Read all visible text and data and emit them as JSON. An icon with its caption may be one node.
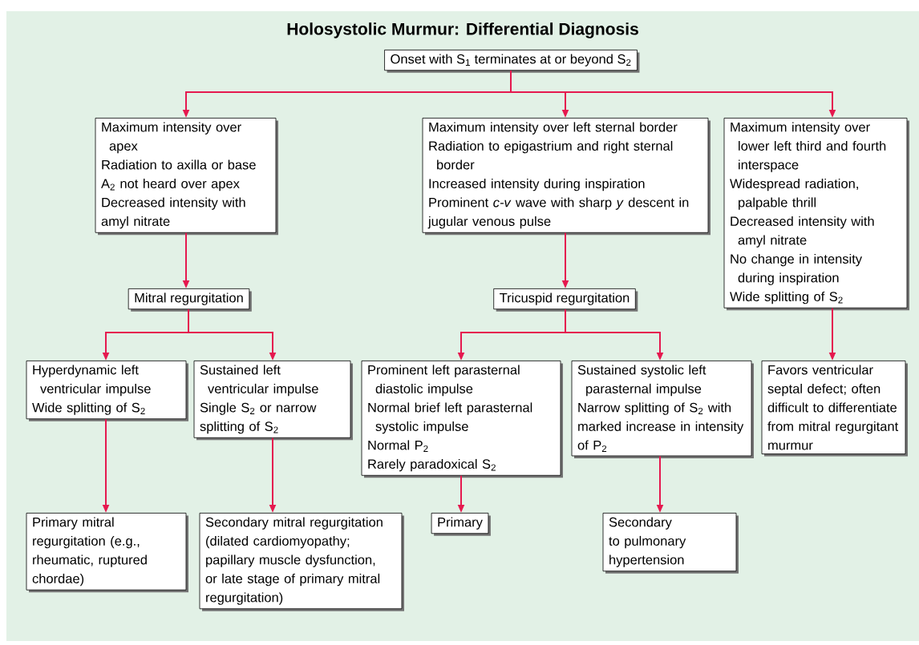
{
  "diagram": {
    "title": "Holosystolic Murmur: Differential Diagnosis",
    "nodes": [
      {
        "text": [
          "Onset with S$_{1}$ terminates at or beyond S$_{2}$"
        ]
      },
      {
        "text": [
          "Maximum intensity over apex",
          "Radiation to axilla or base",
          "A$_{2}$ not heard over apex",
          "Decreased intensity with amyl nitrate"
        ]
      },
      {
        "text": [
          "Maximum intensity over left sternal border",
          "Radiation to epigastrium and right sternal border",
          "Increased intensity during inspiration",
          "Prominent *c-v* wave with sharp *y* descent in jugular venous pulse"
        ]
      },
      {
        "text": [
          "Maximum intensity over lower left third and fourth interspace",
          "Widespread radiation, palpable thrill",
          "Decreased intensity with amyl nitrate",
          "No change in intensity during inspiration",
          "Wide splitting of S$_{2}$"
        ]
      },
      {
        "text": [
          "Mitral regurgitation"
        ]
      },
      {
        "text": [
          "Tricuspid regurgitation"
        ]
      },
      {
        "text": [
          "Hyperdynamic left ventricular impulse",
          "Wide splitting of S$_{2}$"
        ]
      },
      {
        "text": [
          "Sustained left ventricular impulse",
          "Single S$_{2}$ or narrow splitting of S$_{2}$"
        ]
      },
      {
        "text": [
          "Prominent left parasternal diastolic impulse",
          "Normal brief left parasternal systolic impulse",
          "Normal P$_{2}$",
          "Rarely paradoxical S$_{2}$"
        ]
      },
      {
        "text": [
          "Sustained systolic left parasternal impulse",
          "Narrow splitting of S$_{2}$ with marked increase in intensity of P$_{2}$"
        ]
      },
      {
        "text": [
          "Favors ventricular septal defect; often difficult to differentiate from mitral regurgitant murmur"
        ]
      },
      {
        "text": [
          "Primary mitral regurgitation (e.g., rheumatic, ruptured chordae)"
        ]
      },
      {
        "text": [
          "Secondary mitral regurgitation (dilated cardiomyopathy; papillary muscle dysfunction, or late stage of primary mitral regurgitation)"
        ]
      },
      {
        "text": [
          "Primary"
        ]
      },
      {
        "text": [
          "Secondary to pulmonary hypertension"
        ]
      }
    ],
    "edges": [
      {
        "from": 0,
        "to": 1,
        "arrow": "to"
      },
      {
        "from": 0,
        "to": 2,
        "arrow": "to"
      },
      {
        "from": 0,
        "to": 3,
        "arrow": "to"
      },
      {
        "from": 1,
        "to": 4,
        "arrow": "to"
      },
      {
        "from": 2,
        "to": 5,
        "arrow": "to"
      },
      {
        "from": 3,
        "to": 10,
        "arrow": "to"
      },
      {
        "from": 4,
        "to": 6,
        "arrow": "to"
      },
      {
        "from": 4,
        "to": 7,
        "arrow": "to"
      },
      {
        "from": 5,
        "to": 8,
        "arrow": "to"
      },
      {
        "from": 5,
        "to": 9,
        "arrow": "to"
      },
      {
        "from": 6,
        "to": 11,
        "arrow": "to"
      },
      {
        "from": 7,
        "to": 12,
        "arrow": "to"
      },
      {
        "from": 8,
        "to": 13,
        "arrow": "to"
      },
      {
        "from": 9,
        "to": 14,
        "arrow": "to"
      }
    ]
  }
}
